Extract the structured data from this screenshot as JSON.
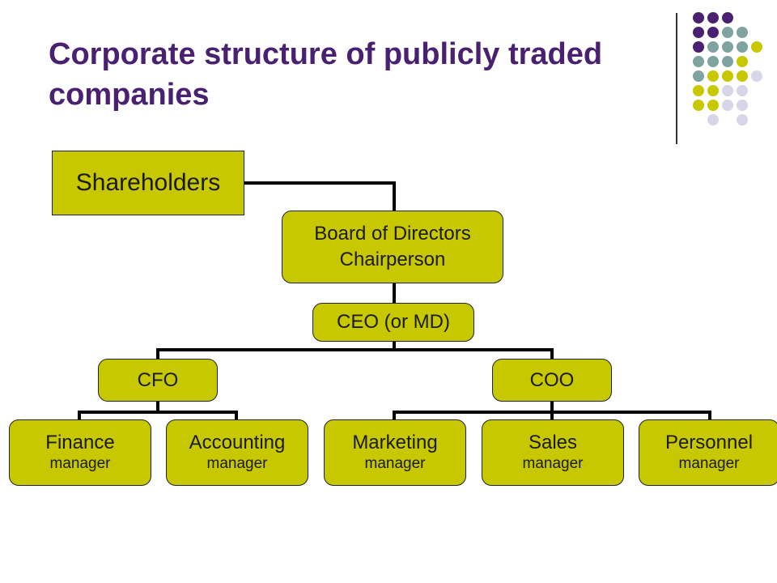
{
  "title": "Corporate structure of publicly traded companies",
  "colors": {
    "title": "#4a2170",
    "box_fill": "#c8c800",
    "dot_purple": "#4a2170",
    "dot_teal": "#7fa3a1",
    "dot_olive": "#c8c800",
    "dot_lavender": "#d6d6e8"
  },
  "nodes": {
    "shareholders": "Shareholders",
    "board": {
      "line1": "Board of Directors",
      "line2": "Chairperson"
    },
    "ceo": "CEO (or MD)",
    "cfo": "CFO",
    "coo": "COO",
    "finance": {
      "name": "Finance",
      "role": "manager"
    },
    "accounting": {
      "name": "Accounting",
      "role": "manager"
    },
    "marketing": {
      "name": "Marketing",
      "role": "manager"
    },
    "sales": {
      "name": "Sales",
      "role": "manager"
    },
    "personnel": {
      "name": "Personnel",
      "role": "manager"
    }
  }
}
